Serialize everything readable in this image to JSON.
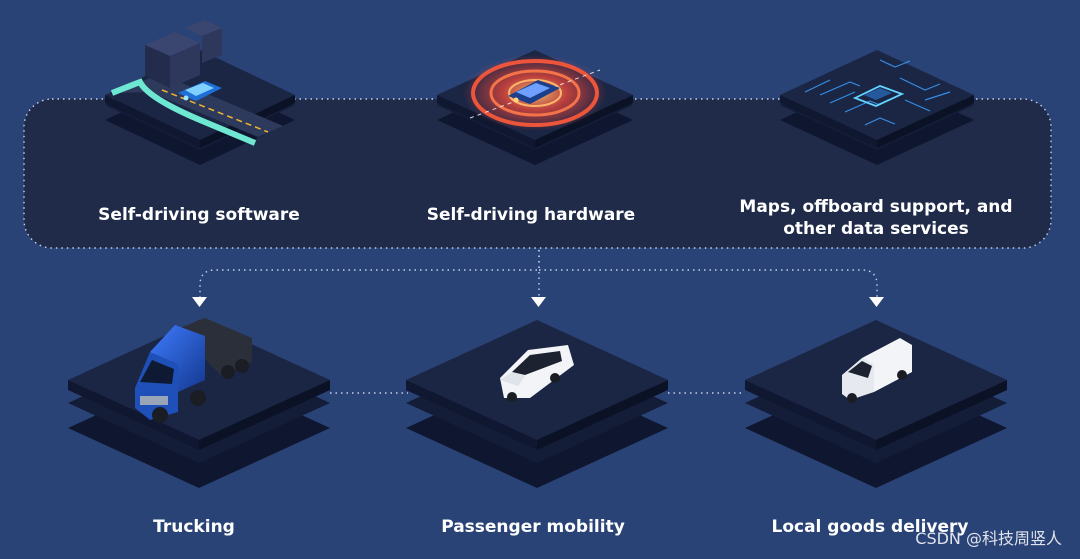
{
  "colors": {
    "background": "#2a4377",
    "panel": "#1f2b48",
    "tile_top": "#1b2544",
    "tile_side": "#121a31",
    "dotted_line": "#c7d2ea",
    "road_accent": "#6ee8d2",
    "radar_red": "#ff4a3a",
    "circuit_blue": "#3aa0ff",
    "truck_blue": "#1e5bd6"
  },
  "components": [
    {
      "label": "Self-driving software",
      "icon": "city-road-car-icon"
    },
    {
      "label": "Self-driving hardware",
      "icon": "radar-car-icon"
    },
    {
      "label": "Maps, offboard support, and other data services",
      "icon": "circuit-car-icon"
    }
  ],
  "applications": [
    {
      "label": "Trucking",
      "icon": "truck-icon"
    },
    {
      "label": "Passenger mobility",
      "icon": "minivan-icon"
    },
    {
      "label": "Local goods delivery",
      "icon": "delivery-van-icon"
    }
  ],
  "watermark": "CSDN @科技周竖人"
}
